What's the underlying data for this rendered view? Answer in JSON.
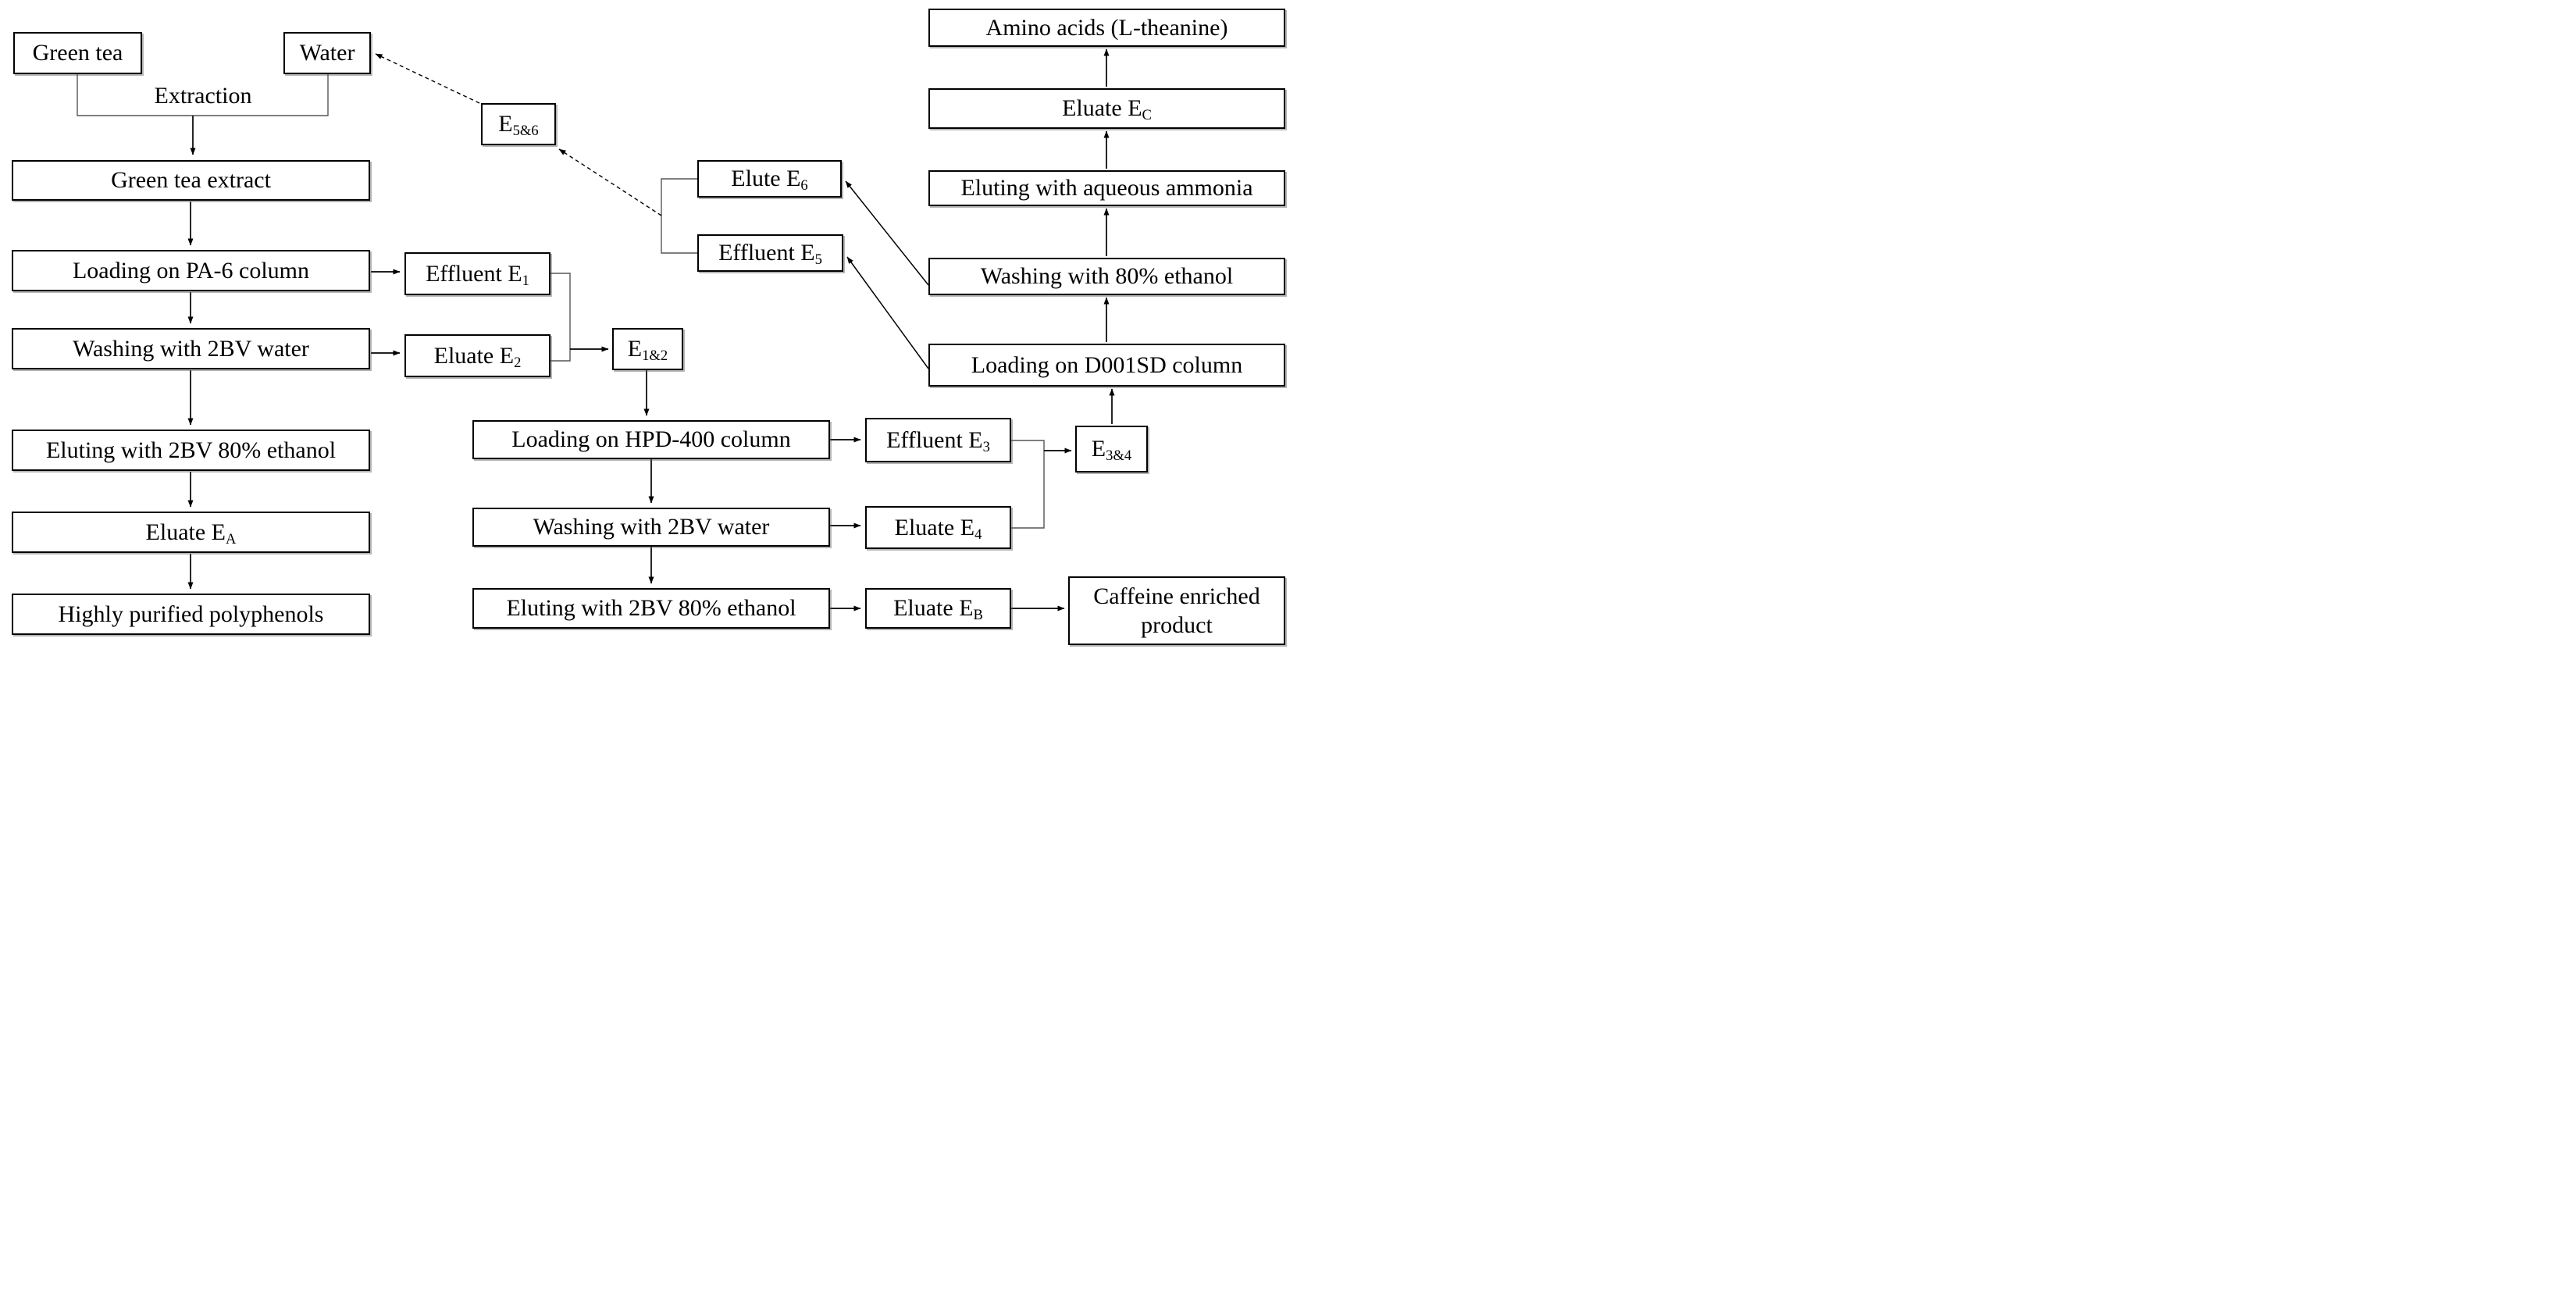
{
  "figure_type": "process-flow-diagram",
  "colors": {
    "box_border": "#000000",
    "text": "#000000",
    "background": "#ffffff",
    "solid_line": "#000000",
    "bracket_line": "#555555",
    "dashed_line": "#000000"
  },
  "nodes": {
    "green_tea": {
      "text": "Green tea"
    },
    "water": {
      "text": "Water"
    },
    "extraction": {
      "text": "Extraction"
    },
    "green_tea_extract": {
      "text": "Green tea extract"
    },
    "loading_pa6": {
      "text": "Loading on PA-6 column"
    },
    "effluent_e1": {
      "text": "Effluent E",
      "sub": "1"
    },
    "washing_2bv_left": {
      "text": "Washing with 2BV water"
    },
    "eluate_e2": {
      "text": "Eluate E",
      "sub": "2"
    },
    "eluting_80_left": {
      "text": "Eluting with 2BV 80% ethanol"
    },
    "eluate_ea": {
      "text": "Eluate E",
      "sub": "A"
    },
    "polyphenols": {
      "text": "Highly purified polyphenols"
    },
    "e56": {
      "text": "E",
      "sub": "5&6"
    },
    "e12": {
      "text": "E",
      "sub": "1&2"
    },
    "elute_e6": {
      "text": "Elute E",
      "sub": "6"
    },
    "effluent_e5": {
      "text": "Effluent E",
      "sub": "5"
    },
    "loading_hpd400": {
      "text": "Loading on HPD-400 column"
    },
    "effluent_e3": {
      "text": "Effluent E",
      "sub": "3"
    },
    "washing_2bv_mid": {
      "text": "Washing with 2BV water"
    },
    "eluate_e4": {
      "text": "Eluate E",
      "sub": "4"
    },
    "eluting_80_mid": {
      "text": "Eluting with 2BV 80% ethanol"
    },
    "eluate_eb": {
      "text": "Eluate E",
      "sub": "B"
    },
    "e34": {
      "text": "E",
      "sub": "3&4"
    },
    "caffeine_product": {
      "text": "Caffeine enriched product"
    },
    "amino_acids": {
      "text": "Amino acids (L-theanine)"
    },
    "eluate_ec": {
      "text": "Eluate E",
      "sub": "C"
    },
    "eluting_ammonia": {
      "text": "Eluting with aqueous ammonia"
    },
    "washing_80": {
      "text": "Washing with 80% ethanol"
    },
    "loading_d001sd": {
      "text": "Loading on D001SD column"
    }
  },
  "edges": [
    {
      "from": "green_tea",
      "to": "green_tea_extract",
      "via_label": "extraction",
      "style": "solid"
    },
    {
      "from": "water",
      "to": "green_tea_extract",
      "via_label": "extraction",
      "style": "solid"
    },
    {
      "from": "green_tea_extract",
      "to": "loading_pa6",
      "style": "solid"
    },
    {
      "from": "loading_pa6",
      "to": "effluent_e1",
      "style": "solid"
    },
    {
      "from": "loading_pa6",
      "to": "washing_2bv_left",
      "style": "solid"
    },
    {
      "from": "washing_2bv_left",
      "to": "eluate_e2",
      "style": "solid"
    },
    {
      "from": "washing_2bv_left",
      "to": "eluting_80_left",
      "style": "solid"
    },
    {
      "from": "eluting_80_left",
      "to": "eluate_ea",
      "style": "solid"
    },
    {
      "from": "eluate_ea",
      "to": "polyphenols",
      "style": "solid"
    },
    {
      "from": "effluent_e1",
      "to": "e12",
      "style": "solid"
    },
    {
      "from": "eluate_e2",
      "to": "e12",
      "style": "solid"
    },
    {
      "from": "e12",
      "to": "loading_hpd400",
      "style": "solid"
    },
    {
      "from": "loading_hpd400",
      "to": "effluent_e3",
      "style": "solid"
    },
    {
      "from": "loading_hpd400",
      "to": "washing_2bv_mid",
      "style": "solid"
    },
    {
      "from": "washing_2bv_mid",
      "to": "eluate_e4",
      "style": "solid"
    },
    {
      "from": "washing_2bv_mid",
      "to": "eluting_80_mid",
      "style": "solid"
    },
    {
      "from": "eluting_80_mid",
      "to": "eluate_eb",
      "style": "solid"
    },
    {
      "from": "eluate_eb",
      "to": "caffeine_product",
      "style": "solid"
    },
    {
      "from": "effluent_e3",
      "to": "e34",
      "style": "solid"
    },
    {
      "from": "eluate_e4",
      "to": "e34",
      "style": "solid"
    },
    {
      "from": "e34",
      "to": "loading_d001sd",
      "style": "solid"
    },
    {
      "from": "loading_d001sd",
      "to": "effluent_e5",
      "style": "solid"
    },
    {
      "from": "loading_d001sd",
      "to": "washing_80",
      "style": "solid"
    },
    {
      "from": "washing_80",
      "to": "elute_e6",
      "style": "solid"
    },
    {
      "from": "washing_80",
      "to": "eluting_ammonia",
      "style": "solid"
    },
    {
      "from": "eluting_ammonia",
      "to": "eluate_ec",
      "style": "solid"
    },
    {
      "from": "eluate_ec",
      "to": "amino_acids",
      "style": "solid"
    },
    {
      "from": "elute_e6",
      "to": "e56",
      "style": "dashed"
    },
    {
      "from": "effluent_e5",
      "to": "e56",
      "style": "dashed"
    },
    {
      "from": "e56",
      "to": "water",
      "style": "dashed"
    }
  ]
}
